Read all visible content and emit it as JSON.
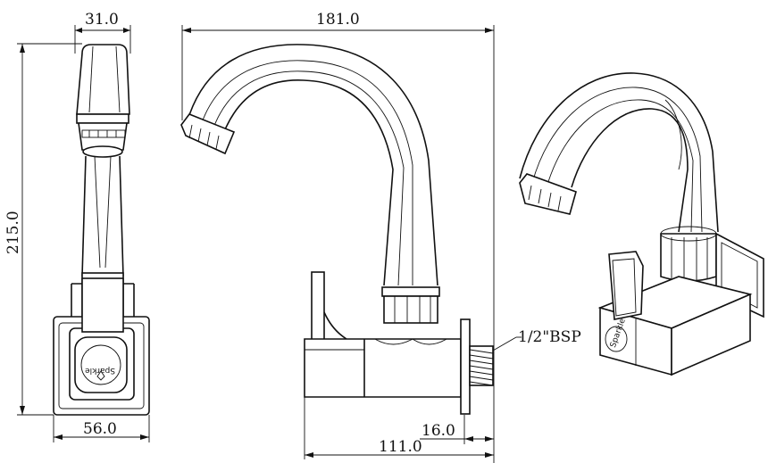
{
  "dimensions": {
    "side_top_width": "31.0",
    "front_width": "181.0",
    "total_height": "215.0",
    "side_bottom_width": "56.0",
    "thread_length": "16.0",
    "body_length": "111.0",
    "thread_spec": "1/2\"BSP"
  },
  "logo_text": "Sparkle"
}
